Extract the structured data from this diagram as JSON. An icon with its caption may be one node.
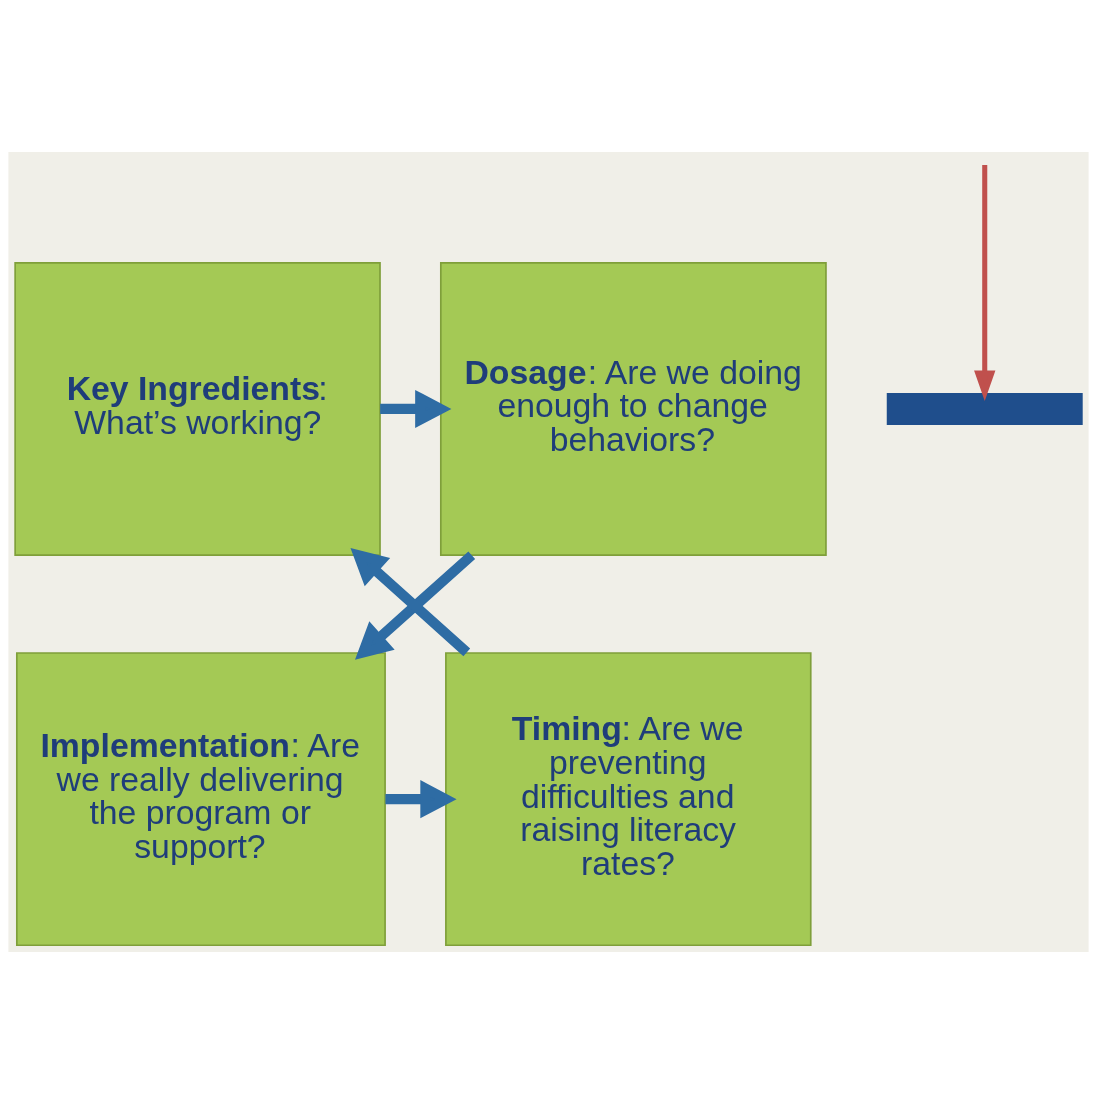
{
  "diagram": {
    "nodes": [
      {
        "text": [
          "**Key Ingredients**: What’s working?"
        ]
      },
      {
        "text": [
          "**Dosage**: Are we doing enough to change behaviors?"
        ]
      },
      {
        "text": [
          "**Implementation**: Are we really delivering the program or support?"
        ]
      },
      {
        "text": [
          "**Timing**: Are we preventing difficulties and raising literacy rates?"
        ]
      },
      {
        "text": [],
        "shape": "bar"
      }
    ],
    "edges": [
      {
        "from": 0,
        "to": 1,
        "arrow": "to"
      },
      {
        "from": 1,
        "to": 2,
        "arrow": "to"
      },
      {
        "from": 2,
        "to": 3,
        "arrow": "to"
      },
      {
        "from": 3,
        "to": 0,
        "arrow": "to"
      },
      {
        "from": null,
        "to": 4,
        "arrow": "to",
        "color": "#c0504d"
      }
    ]
  }
}
